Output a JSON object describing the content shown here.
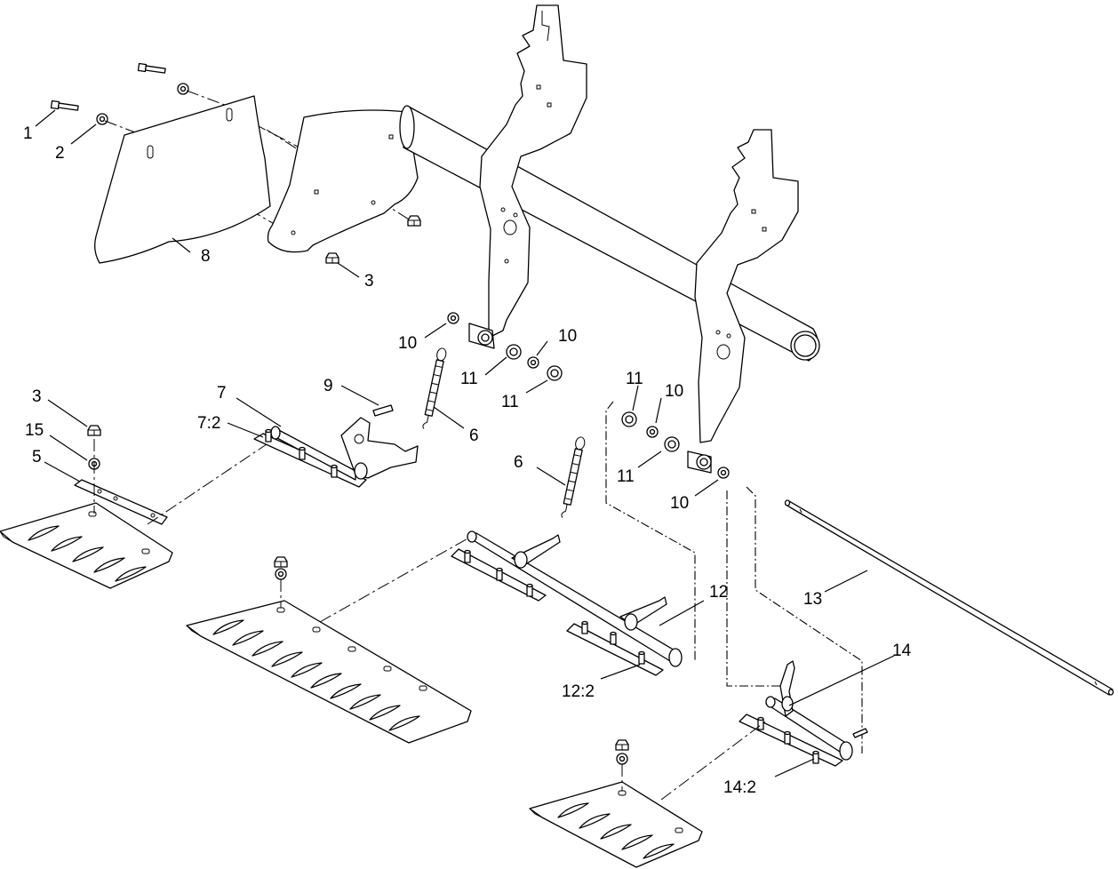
{
  "callouts": [
    {
      "id": "c1",
      "text": "1"
    },
    {
      "id": "c2",
      "text": "2"
    },
    {
      "id": "c3a",
      "text": "3"
    },
    {
      "id": "c8",
      "text": "8"
    },
    {
      "id": "c3b",
      "text": "3"
    },
    {
      "id": "c15",
      "text": "15"
    },
    {
      "id": "c5",
      "text": "5"
    },
    {
      "id": "c7",
      "text": "7"
    },
    {
      "id": "c7_2",
      "text": "7:2"
    },
    {
      "id": "c9",
      "text": "9"
    },
    {
      "id": "c6a",
      "text": "6"
    },
    {
      "id": "c6b",
      "text": "6"
    },
    {
      "id": "c10a",
      "text": "10"
    },
    {
      "id": "c10b",
      "text": "10"
    },
    {
      "id": "c11a",
      "text": "11"
    },
    {
      "id": "c11b",
      "text": "11"
    },
    {
      "id": "c11c",
      "text": "11"
    },
    {
      "id": "c10c",
      "text": "10"
    },
    {
      "id": "c11d",
      "text": "11"
    },
    {
      "id": "c10d",
      "text": "10"
    },
    {
      "id": "c12",
      "text": "12"
    },
    {
      "id": "c12_2",
      "text": "12:2"
    },
    {
      "id": "c13",
      "text": "13"
    },
    {
      "id": "c14",
      "text": "14"
    },
    {
      "id": "c14_2",
      "text": "14:2"
    }
  ]
}
